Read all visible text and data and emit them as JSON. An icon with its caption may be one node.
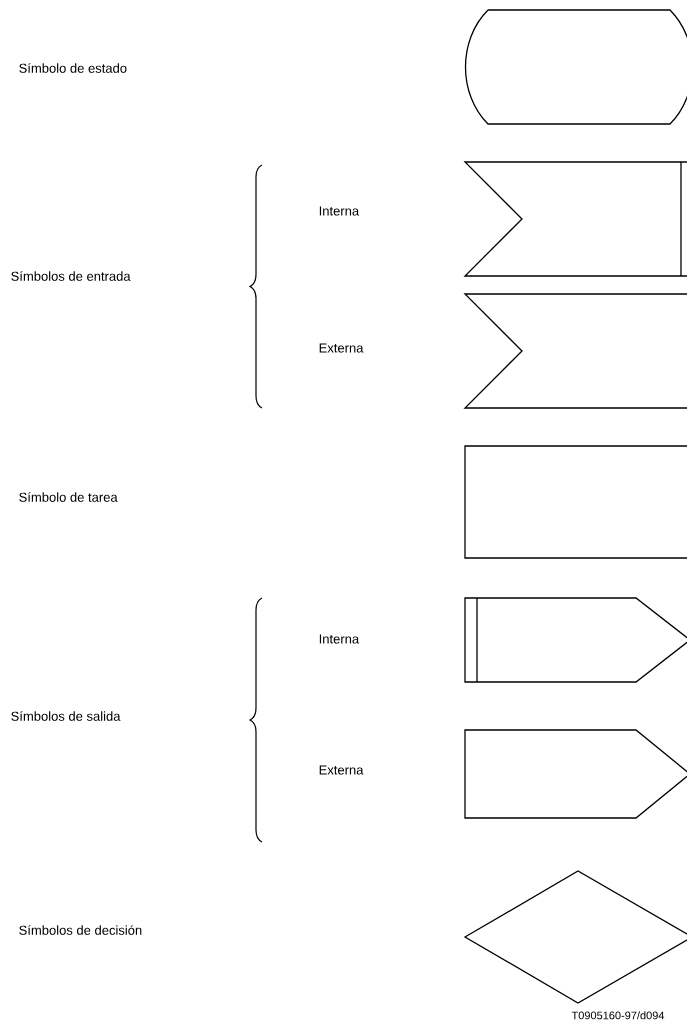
{
  "diagram": {
    "nodes": [
      {
        "text": [],
        "shape": "oval"
      },
      {
        "text": [],
        "shape": "flag"
      },
      {
        "text": [],
        "shape": "flag"
      },
      {
        "text": [],
        "shape": "box"
      },
      {
        "text": [],
        "shape": "pentagon"
      },
      {
        "text": [],
        "shape": "pentagon"
      },
      {
        "text": [],
        "shape": "diamond"
      }
    ],
    "edges": [],
    "labels": [
      "Símbolo de estado",
      "Interna",
      "Símbolos de entrada",
      "Externa",
      "Símbolo de tarea",
      "Interna",
      "Símbolos de salida",
      "Externa",
      "Símbolos de decisión",
      "T0905160-97/d094"
    ]
  }
}
